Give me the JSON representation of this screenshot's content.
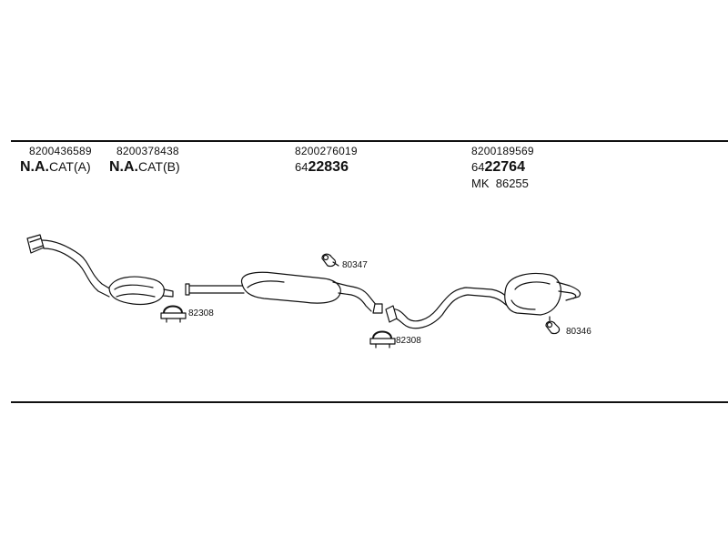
{
  "groups": [
    {
      "part_no": "8200436589",
      "main_prefix": "N.A.",
      "main_suffix": "CAT(A)"
    },
    {
      "part_no": "8200378438",
      "main_prefix": "N.A.",
      "main_suffix": "CAT(B)"
    },
    {
      "part_no": "8200276019",
      "code_prefix": "64",
      "code_main": "22836"
    },
    {
      "part_no": "8200189569",
      "code_prefix": "64",
      "code_main": "22764",
      "kit_prefix": "MK",
      "kit_value": "86255"
    }
  ],
  "refs": {
    "clamp_a": "82308",
    "hanger_a": "80347",
    "clamp_b": "82308",
    "hanger_b": "80346"
  },
  "colors": {
    "line": "#111111",
    "background": "#ffffff"
  }
}
